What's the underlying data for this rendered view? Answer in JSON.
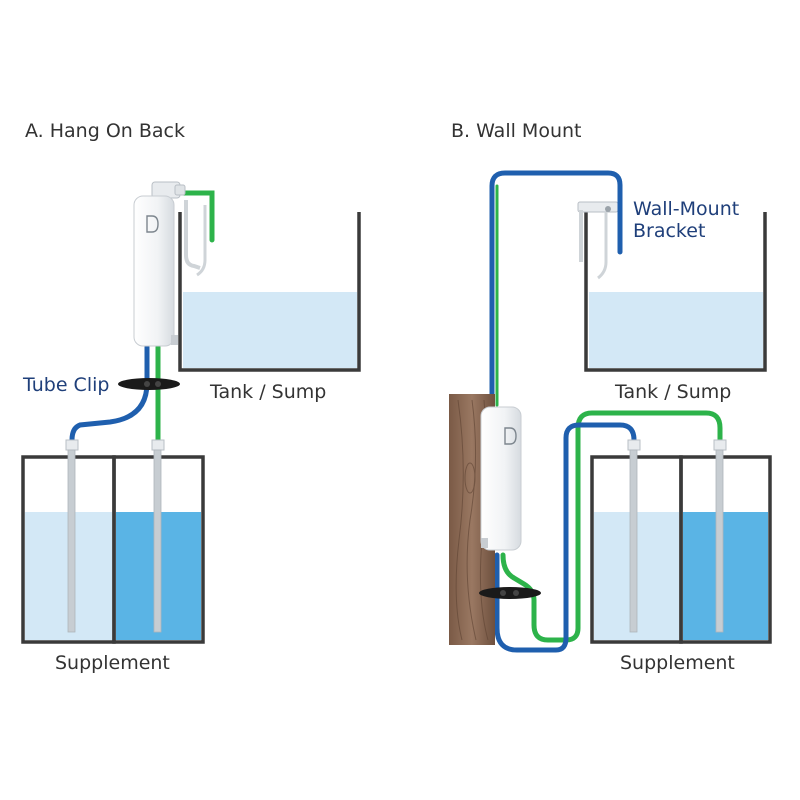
{
  "panel_a": {
    "title": "A. Hang On Back",
    "tube_clip_label": "Tube Clip",
    "tank_label": "Tank / Sump",
    "supplement_label": "Supplement"
  },
  "panel_b": {
    "title": "B. Wall Mount",
    "bracket_label_line1": "Wall-Mount",
    "bracket_label_line2": "Bracket",
    "tank_label": "Tank / Sump",
    "supplement_label": "Supplement"
  },
  "colors": {
    "text": "#333333",
    "label_blue": "#1f3f7a",
    "blue_tube": "#1f5fae",
    "green_tube": "#2db34a",
    "water": "#d3e8f6",
    "supplement_dark": "#5ab4e5",
    "container_outline": "#3a3a3a",
    "wood": "#8a6a55"
  }
}
